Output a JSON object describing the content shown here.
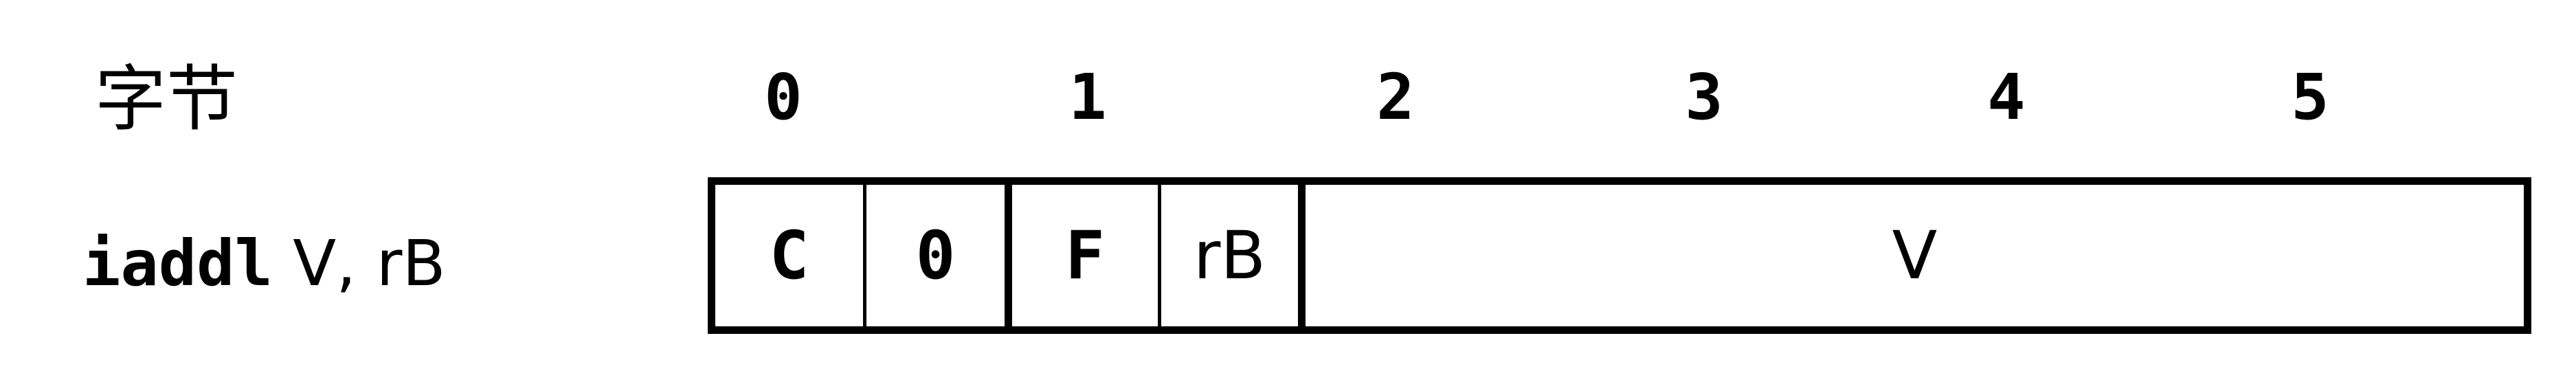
{
  "diagram": {
    "byte_heading": "字节",
    "instruction": {
      "mnemonic": "iaddl",
      "operands": "V, rB"
    },
    "byte_indices": [
      "0",
      "1",
      "2",
      "3",
      "4",
      "5"
    ],
    "fields": {
      "icode": "C",
      "ifun": "0",
      "ra": "F",
      "rb": "rB",
      "valc": "V"
    }
  }
}
